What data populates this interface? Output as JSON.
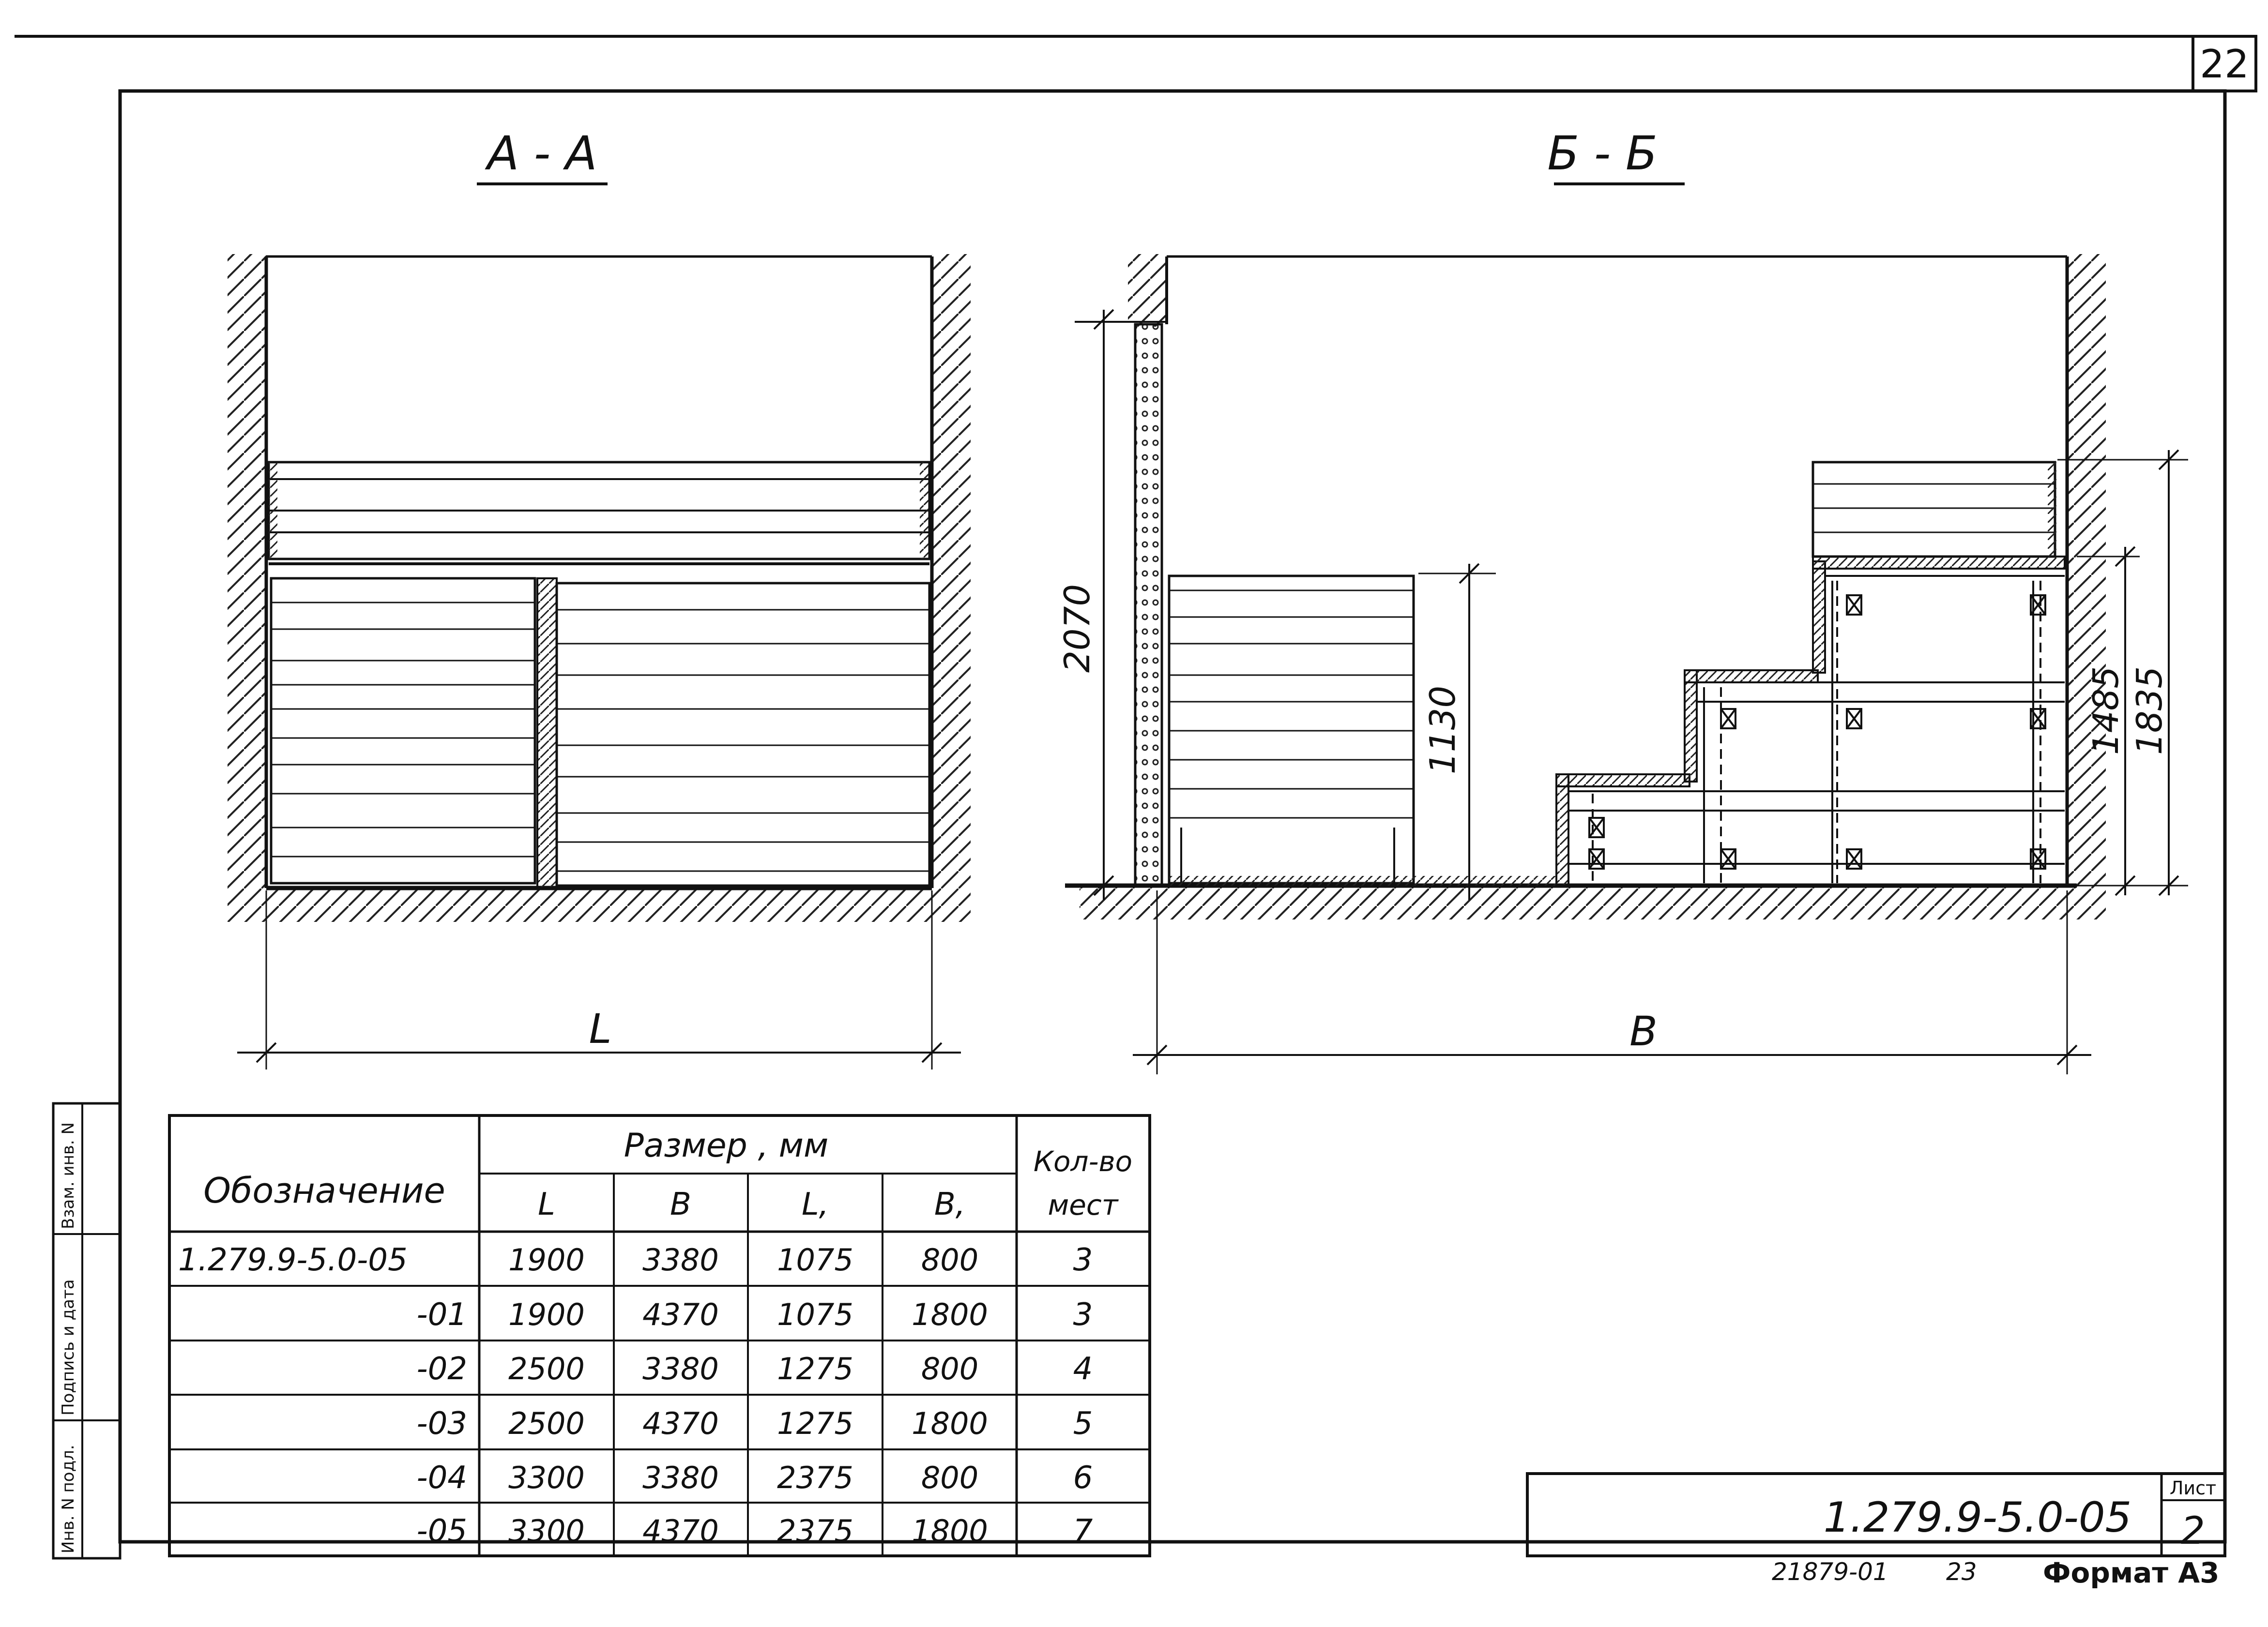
{
  "sheet_number_top": "22",
  "views": {
    "left_title": "А - А",
    "right_title": "Б - Б",
    "dim_L": "L",
    "dim_B": "B",
    "dim_2070": "2070",
    "dim_1130": "1130",
    "dim_1485": "1485",
    "dim_1835": "1835"
  },
  "side_stamp": {
    "col1": "Инв. N подл.",
    "col2": "Подпись и дата",
    "col3": "Взам. инв. N"
  },
  "table": {
    "col_designation": "Обозначение",
    "group_size": "Размер , мм",
    "col_L": "L",
    "col_B": "B",
    "col_L1": "L,",
    "col_B1": "B,",
    "col_qty_line1": "Кол-во",
    "col_qty_line2": "мест",
    "rows": [
      {
        "designation": "1.279.9-5.0-05",
        "L": "1900",
        "B": "3380",
        "L1": "1075",
        "B1": "800",
        "qty": "3"
      },
      {
        "designation": "-01",
        "L": "1900",
        "B": "4370",
        "L1": "1075",
        "B1": "1800",
        "qty": "3"
      },
      {
        "designation": "-02",
        "L": "2500",
        "B": "3380",
        "L1": "1275",
        "B1": "800",
        "qty": "4"
      },
      {
        "designation": "-03",
        "L": "2500",
        "B": "4370",
        "L1": "1275",
        "B1": "1800",
        "qty": "5"
      },
      {
        "designation": "-04",
        "L": "3300",
        "B": "3380",
        "L1": "2375",
        "B1": "800",
        "qty": "6"
      },
      {
        "designation": "-05",
        "L": "3300",
        "B": "4370",
        "L1": "2375",
        "B1": "1800",
        "qty": "7"
      }
    ]
  },
  "title_block": {
    "code": "1.279.9-5.0-05",
    "sheet_label": "Лист",
    "sheet_value": "2"
  },
  "footer": {
    "archive_no": "21879-01",
    "archive_suffix": "23",
    "format": "Формат А3"
  }
}
